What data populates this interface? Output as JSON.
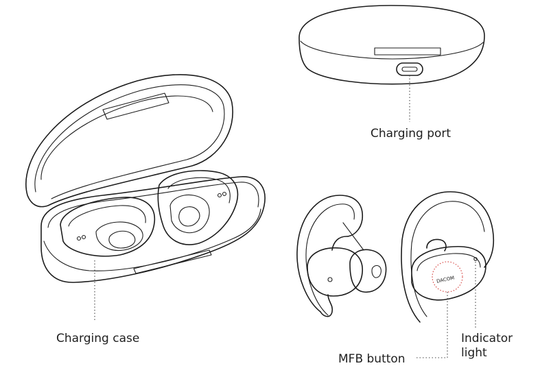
{
  "labels": {
    "charging_case": "Charging case",
    "charging_port": "Charging port",
    "mfb_button": "MFB button",
    "indicator_light_line1": "Indicator",
    "indicator_light_line2": "light"
  },
  "logo_text": "DACOM",
  "colors": {
    "line": "#1c1c1c",
    "highlight_circle": "#d9534f",
    "background": "#ffffff"
  }
}
